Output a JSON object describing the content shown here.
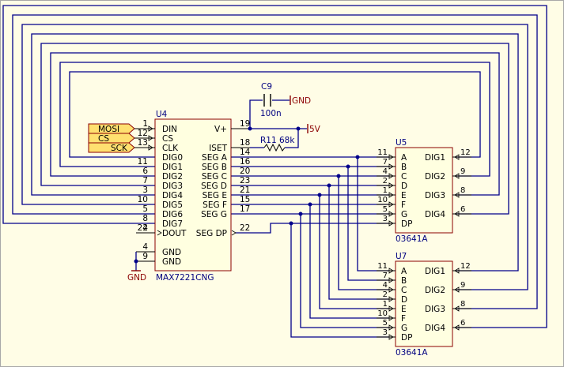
{
  "u4": {
    "ref": "U4",
    "part": "MAX7221CNG",
    "left": [
      {
        "name": "DIN",
        "num": "1"
      },
      {
        "name": "CS",
        "num": "12"
      },
      {
        "name": "CLK",
        "num": "13"
      },
      {
        "name": "DIG0",
        "num": "11"
      },
      {
        "name": "DIG1",
        "num": "6"
      },
      {
        "name": "DIG2",
        "num": "7"
      },
      {
        "name": "DIG3",
        "num": "3"
      },
      {
        "name": "DIG4",
        "num": "10"
      },
      {
        "name": "DIG5",
        "num": "5"
      },
      {
        "name": "DIG6",
        "num": "8"
      },
      {
        "name": "DIG7",
        "num": "2"
      },
      {
        "name": "DOUT",
        "num": "24"
      },
      {
        "name": "GND",
        "num": "4"
      },
      {
        "name": "GND",
        "num": "9"
      }
    ],
    "right": [
      {
        "name": "V+",
        "num": "19"
      },
      {
        "name": "ISET",
        "num": "18"
      },
      {
        "name": "SEG A",
        "num": "14"
      },
      {
        "name": "SEG B",
        "num": "16"
      },
      {
        "name": "SEG C",
        "num": "20"
      },
      {
        "name": "SEG D",
        "num": "23"
      },
      {
        "name": "SEG E",
        "num": "21"
      },
      {
        "name": "SEG F",
        "num": "15"
      },
      {
        "name": "SEG G",
        "num": "17"
      },
      {
        "name": "SEG DP",
        "num": "22"
      }
    ]
  },
  "ports": [
    "MOSI",
    "CS",
    "SCK"
  ],
  "c9": {
    "ref": "C9",
    "value": "100n"
  },
  "r11": {
    "ref": "R11",
    "value": "68k"
  },
  "power": {
    "gnd": "GND",
    "vcc": "5V"
  },
  "u5": {
    "ref": "U5",
    "part": "03641A"
  },
  "u7": {
    "ref": "U7",
    "part": "03641A"
  },
  "display": {
    "seg_pins": [
      {
        "name": "A",
        "num": "11"
      },
      {
        "name": "B",
        "num": "7"
      },
      {
        "name": "C",
        "num": "4"
      },
      {
        "name": "D",
        "num": "2"
      },
      {
        "name": "E",
        "num": "1"
      },
      {
        "name": "F",
        "num": "10"
      },
      {
        "name": "G",
        "num": "5"
      },
      {
        "name": "DP",
        "num": "3"
      }
    ],
    "dig_pins": [
      {
        "name": "DIG1",
        "num": "12"
      },
      {
        "name": "DIG2",
        "num": "9"
      },
      {
        "name": "DIG3",
        "num": "8"
      },
      {
        "name": "DIG4",
        "num": "6"
      }
    ]
  }
}
